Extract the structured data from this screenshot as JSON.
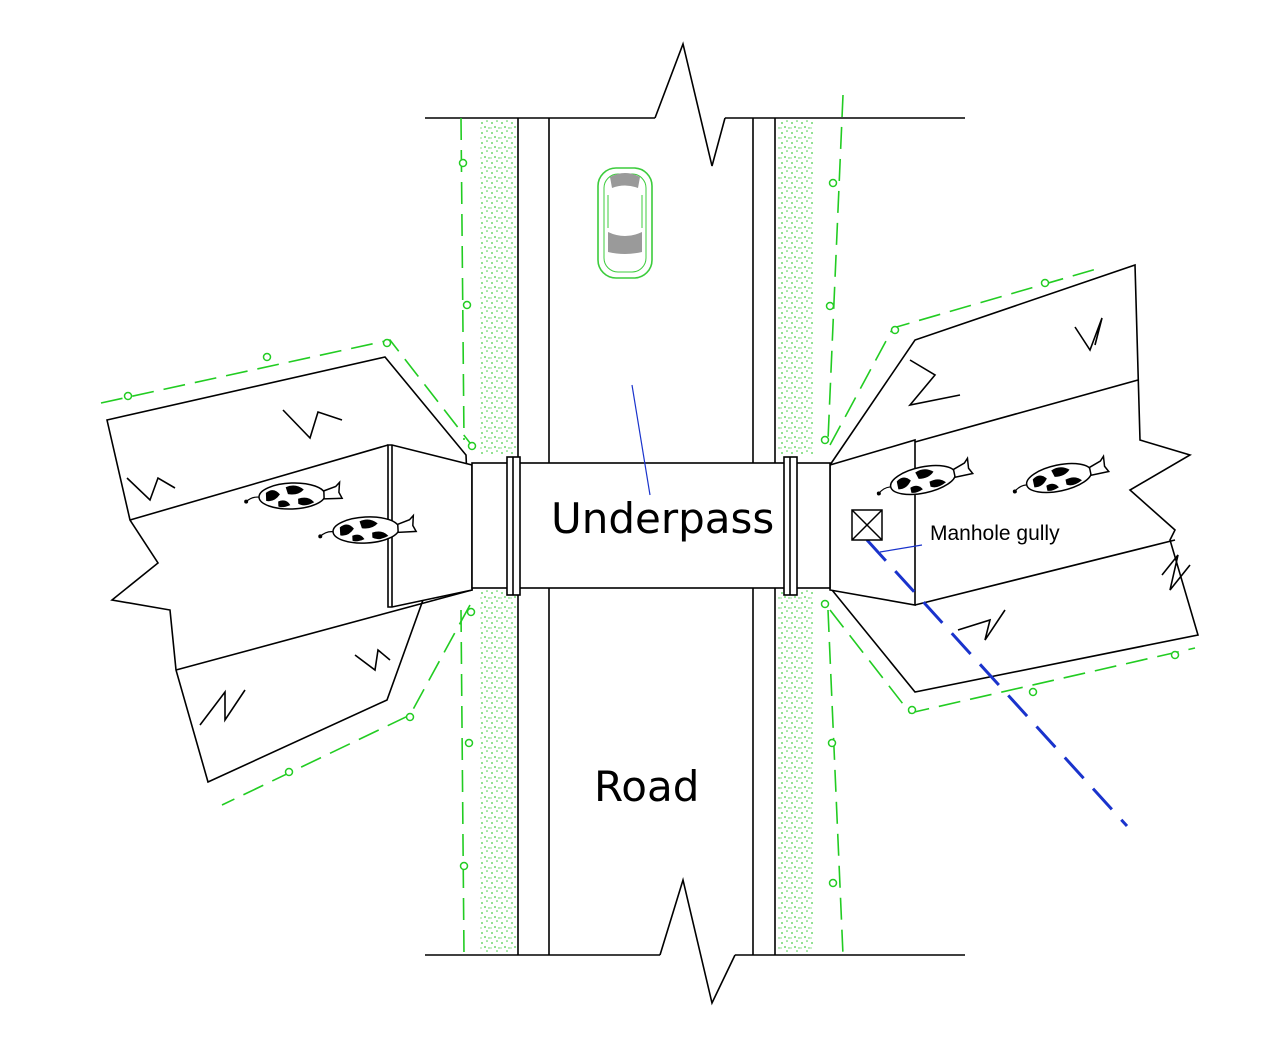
{
  "labels": {
    "underpass": "Underpass",
    "road": "Road",
    "manhole": "Manhole gully"
  },
  "colors": {
    "line": "#000000",
    "hedge": "#22cc22",
    "drain": "#1a33cc",
    "car_body": "#3ccc3c",
    "car_glass": "#9a9a9a"
  },
  "icons": [
    "cow-icon",
    "car-icon",
    "manhole-gully-icon",
    "hedge-icon",
    "break-line-icon"
  ]
}
